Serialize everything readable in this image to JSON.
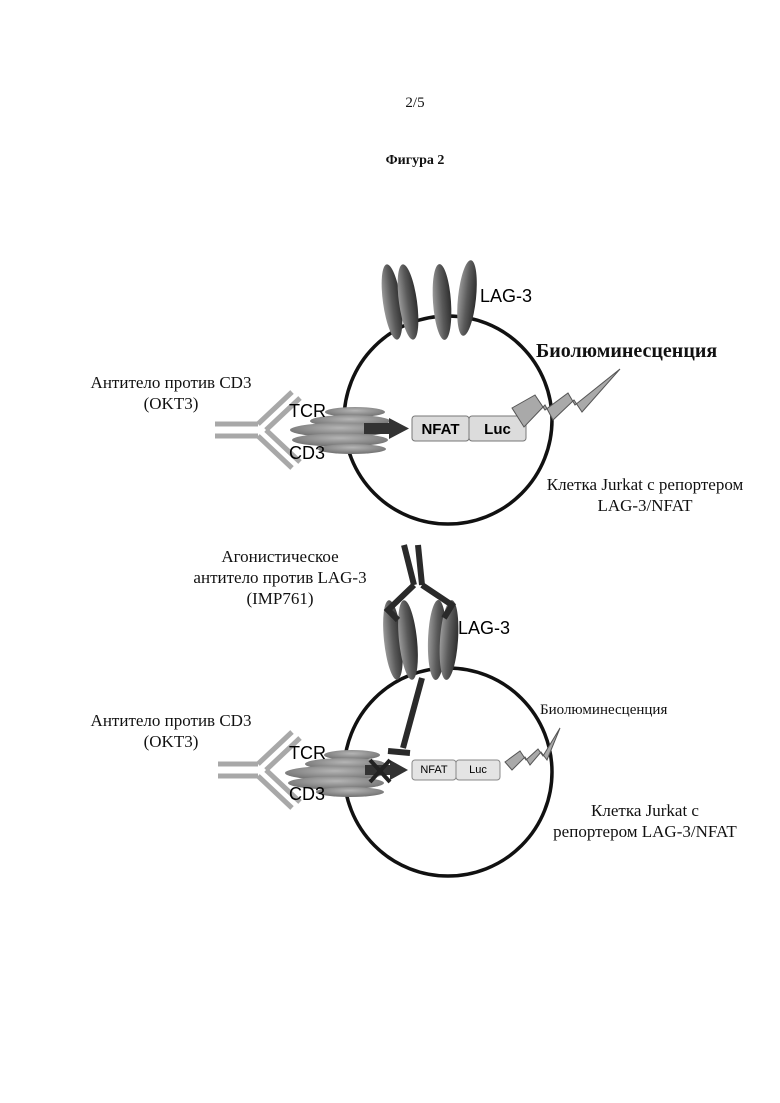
{
  "header": {
    "page_number": "2/5",
    "figure_title": "Фигура 2"
  },
  "panel_top": {
    "antibody_label_line1": "Антитело против CD3",
    "antibody_label_line2": "(OKT3)",
    "lag3_label": "LAG-3",
    "tcr_label": "TCR",
    "cd3_label": "CD3",
    "nfat_label": "NFAT",
    "luc_label": "Luc",
    "output_label": "Биолюминесценция",
    "cell_label_line1": "Клетка Jurkat с репортером",
    "cell_label_line2": "LAG-3/NFAT"
  },
  "panel_bottom": {
    "agonist_label_line1": "Агонистическое",
    "agonist_label_line2": "антитело против LAG-3",
    "agonist_label_line3": "(IMP761)",
    "antibody_label_line1": "Антитело против CD3",
    "antibody_label_line2": "(OKT3)",
    "lag3_label": "LAG-3",
    "tcr_label": "TCR",
    "cd3_label": "CD3",
    "nfat_label": "NFAT",
    "luc_label": "Luc",
    "output_label": "Биолюминесценция",
    "cell_label_line1": "Клетка Jurkat с",
    "cell_label_line2": "репортером LAG-3/NFAT"
  },
  "colors": {
    "membrane": "#111111",
    "receptor_fill": "#6e6e6e",
    "receptor_dark": "#3a3a3a",
    "antibody_light": "#a8a8a8",
    "box_fill": "#dcdcdc",
    "bolt_fill": "#a9a9a9",
    "arrow": "#333333"
  }
}
